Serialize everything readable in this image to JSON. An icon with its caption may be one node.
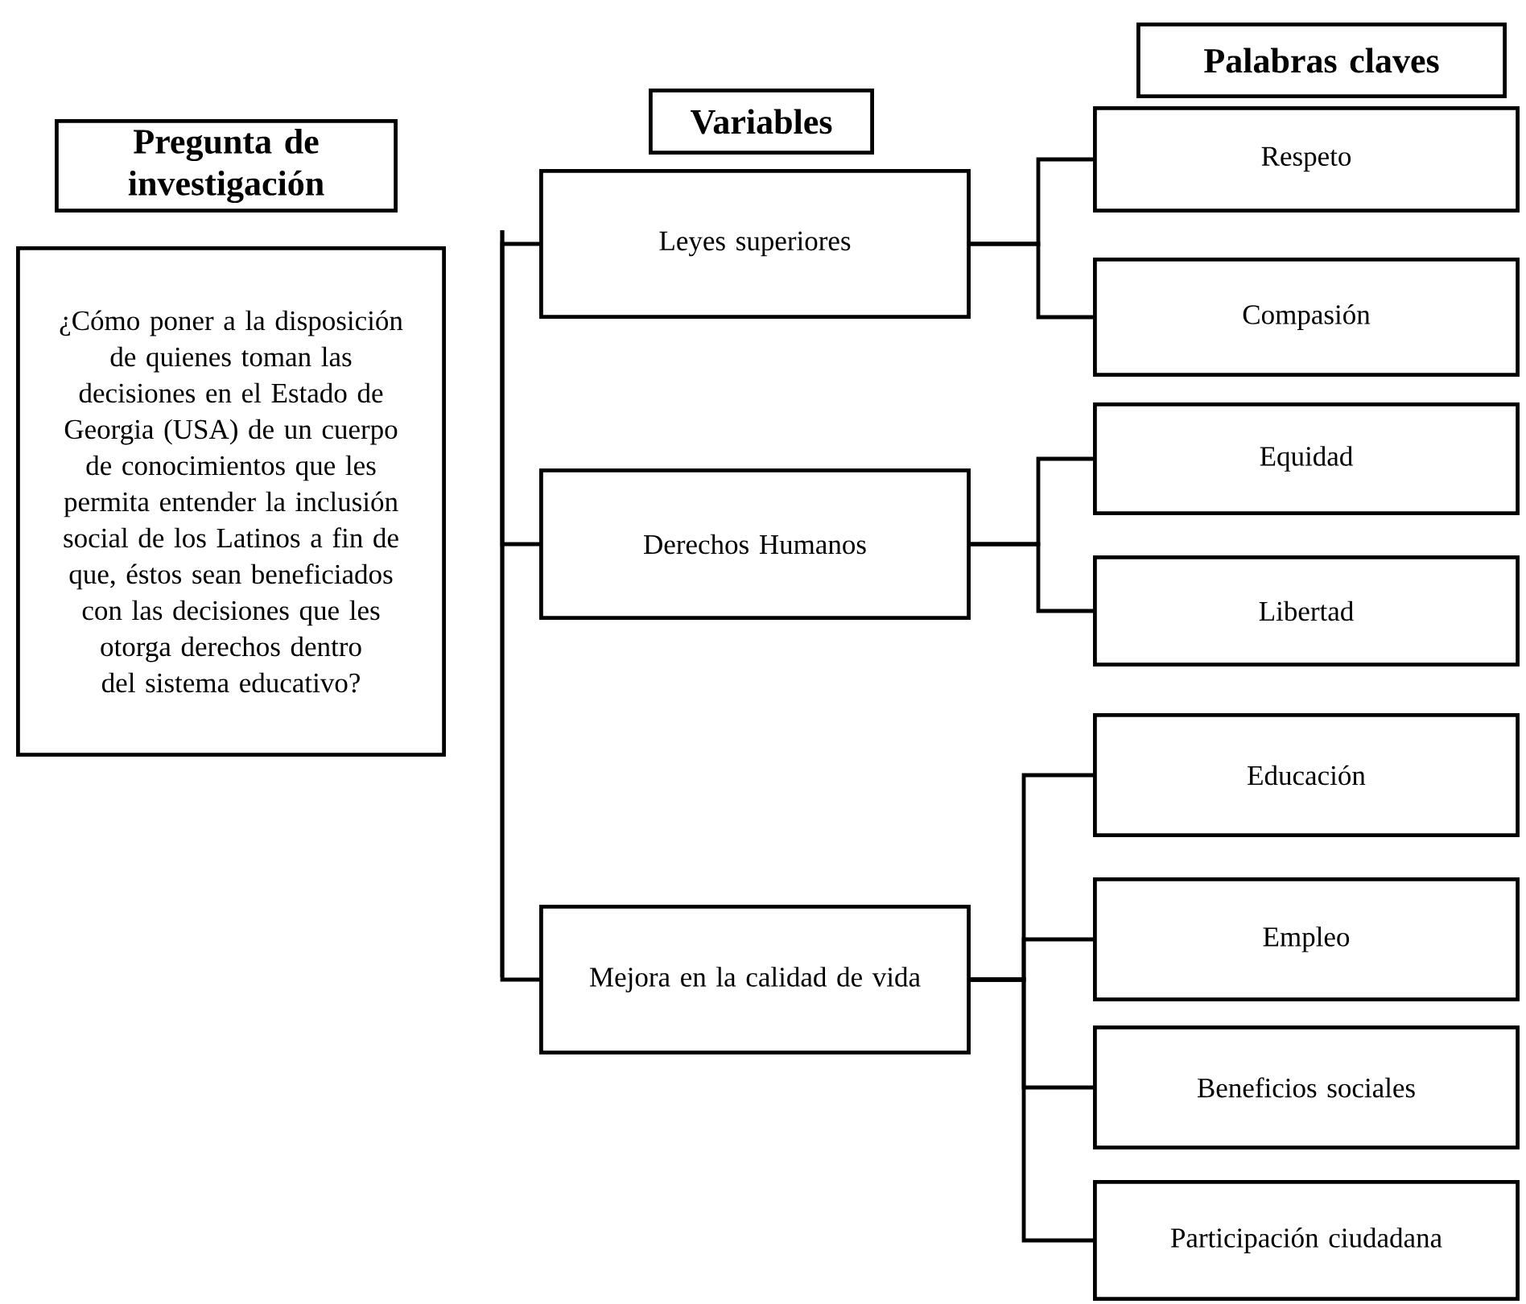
{
  "diagram": {
    "nodes": [
      {
        "text": [
          "Pregunta de investigación"
        ]
      },
      {
        "text": [
          "¿Cómo poner a la disposición de quienes toman las decisiones en el Estado de Georgia (USA) de un cuerpo de conocimientos que les permita entender la inclusión social de los Latinos a fin de que, éstos sean beneficiados con las decisiones que les otorga derechos dentro del sistema educativo?"
        ]
      },
      {
        "text": [
          "Variables"
        ]
      },
      {
        "text": [
          "Leyes superiores"
        ]
      },
      {
        "text": [
          "Derechos Humanos"
        ]
      },
      {
        "text": [
          "Mejora en la calidad de vida"
        ]
      },
      {
        "text": [
          "Palabras claves"
        ]
      },
      {
        "text": [
          "Respeto"
        ]
      },
      {
        "text": [
          "Compasión"
        ]
      },
      {
        "text": [
          "Equidad"
        ]
      },
      {
        "text": [
          "Libertad"
        ]
      },
      {
        "text": [
          "Educación"
        ]
      },
      {
        "text": [
          "Empleo"
        ]
      },
      {
        "text": [
          "Beneficios sociales"
        ]
      },
      {
        "text": [
          "Participación ciudadana"
        ]
      }
    ],
    "edges": [
      {
        "from": null,
        "to": 3,
        "arrow": "none"
      },
      {
        "from": null,
        "to": 4,
        "arrow": "none"
      },
      {
        "from": null,
        "to": 5,
        "arrow": "none"
      },
      {
        "from": 3,
        "to": 7,
        "arrow": "none"
      },
      {
        "from": 3,
        "to": 8,
        "arrow": "none"
      },
      {
        "from": 4,
        "to": 9,
        "arrow": "none"
      },
      {
        "from": 4,
        "to": 10,
        "arrow": "none"
      },
      {
        "from": 5,
        "to": 11,
        "arrow": "none"
      },
      {
        "from": 5,
        "to": 12,
        "arrow": "none"
      },
      {
        "from": 5,
        "to": 13,
        "arrow": "none"
      },
      {
        "from": 5,
        "to": 14,
        "arrow": "none"
      }
    ]
  }
}
